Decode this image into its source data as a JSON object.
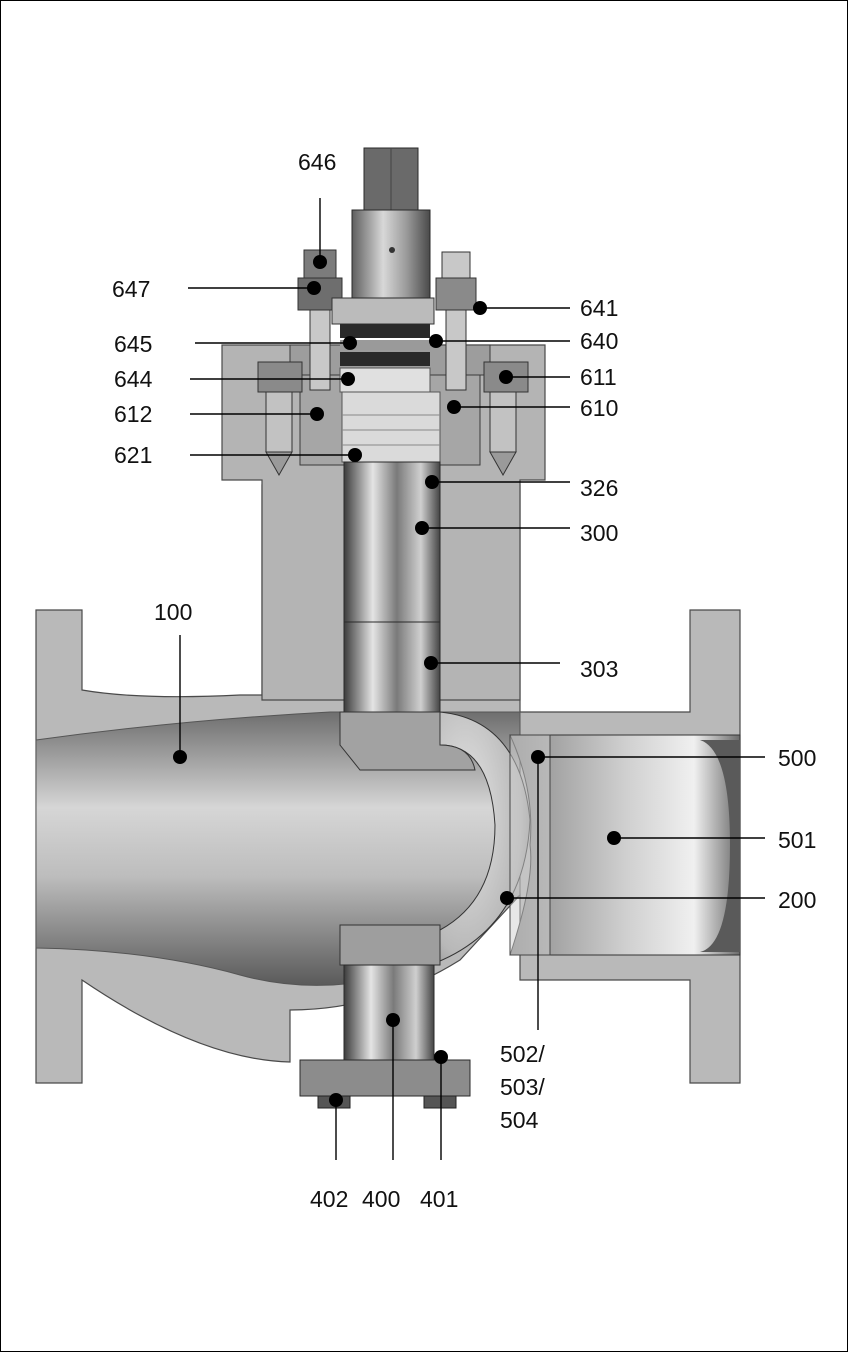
{
  "diagram": {
    "labels": {
      "l646": "646",
      "l647": "647",
      "l645": "645",
      "l644": "644",
      "l612": "612",
      "l621": "621",
      "l641": "641",
      "l640": "640",
      "l611": "611",
      "l610": "610",
      "l326": "326",
      "l300": "300",
      "l303": "303",
      "l100": "100",
      "l500": "500",
      "l501": "501",
      "l200": "200",
      "l502a": "502/",
      "l502b": "503/",
      "l502c": "504",
      "l402": "402",
      "l400": "400",
      "l401": "401"
    }
  }
}
